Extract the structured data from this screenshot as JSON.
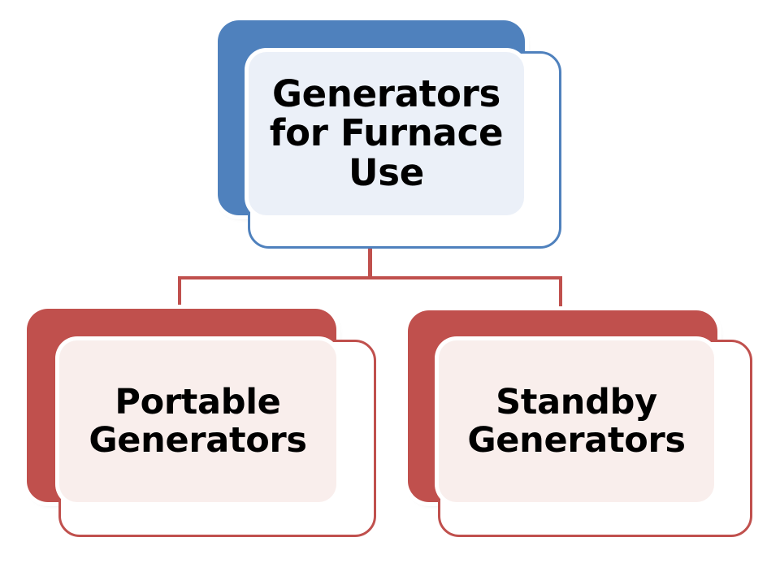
{
  "diagram": {
    "type": "hierarchy",
    "title_text": "Generators for Furnace Use",
    "orientation": "top-down",
    "levels": 2,
    "colors": {
      "root_accent": "#4F81BD",
      "root_panel": "#EBF0F8",
      "child_accent": "#C0504D",
      "child_panel": "#F9EEEC",
      "connector": "#C0504D",
      "text": "#000000",
      "background": "#FFFFFF"
    },
    "root": {
      "label": "Generators\nfor Furnace\nUse"
    },
    "children": [
      {
        "label": "Portable\nGenerators"
      },
      {
        "label": "Standby\nGenerators"
      }
    ]
  }
}
